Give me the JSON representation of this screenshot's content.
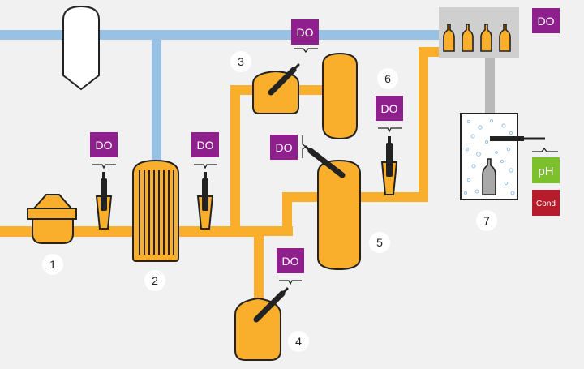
{
  "sensor_labels": {
    "do": "DO",
    "ph": "pH",
    "cond": "Cond"
  },
  "step_numbers": [
    "1",
    "2",
    "3",
    "4",
    "5",
    "6",
    "7"
  ],
  "colors": {
    "background": "#f1f1f1",
    "process_pipe": "#f9ae2c",
    "vessel_fill": "#f9ae2c",
    "outline": "#222222",
    "water_pipe": "#98c1e4",
    "do_badge": "#8e1f8c",
    "ph_badge": "#7cc02c",
    "cond_badge": "#b71c2c",
    "bottling_box": "#cfcfcf",
    "number_circle": "#ffffff"
  }
}
